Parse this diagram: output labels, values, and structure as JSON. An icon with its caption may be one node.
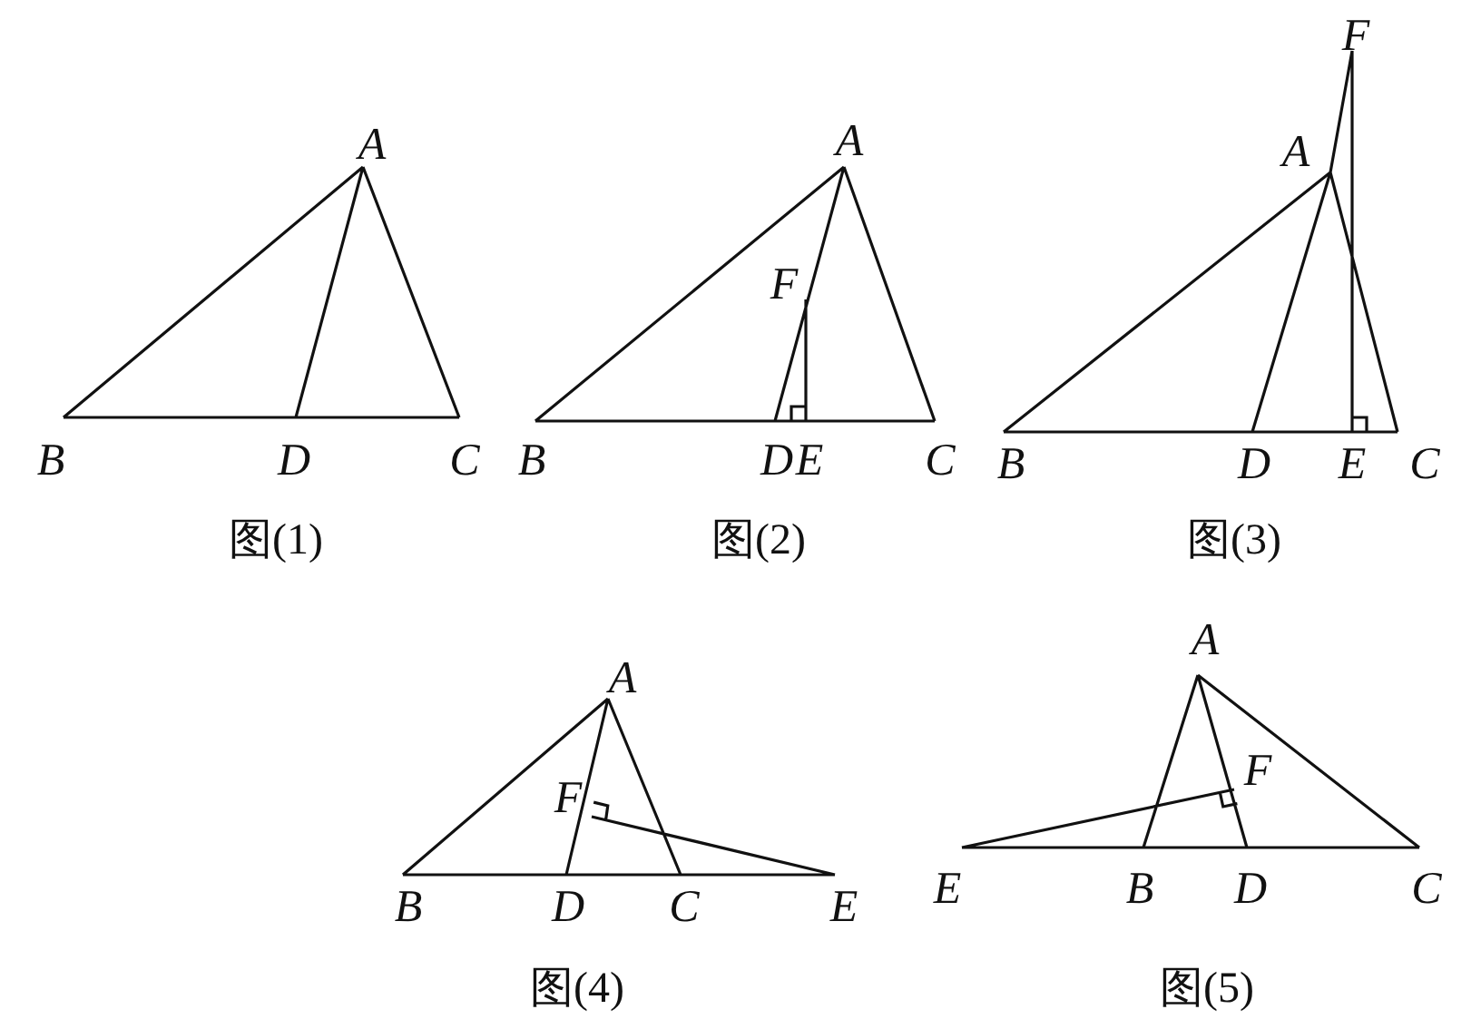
{
  "diagram": {
    "labels": [
      "A",
      "B",
      "D",
      "C",
      "图(1)",
      "A",
      "F",
      "B",
      "D",
      "E",
      "C",
      "图(2)",
      "F",
      "A",
      "B",
      "D",
      "E",
      "C",
      "图(3)",
      "A",
      "F",
      "B",
      "D",
      "C",
      "E",
      "图(4)",
      "A",
      "F",
      "E",
      "B",
      "D",
      "C",
      "图(5)"
    ]
  }
}
